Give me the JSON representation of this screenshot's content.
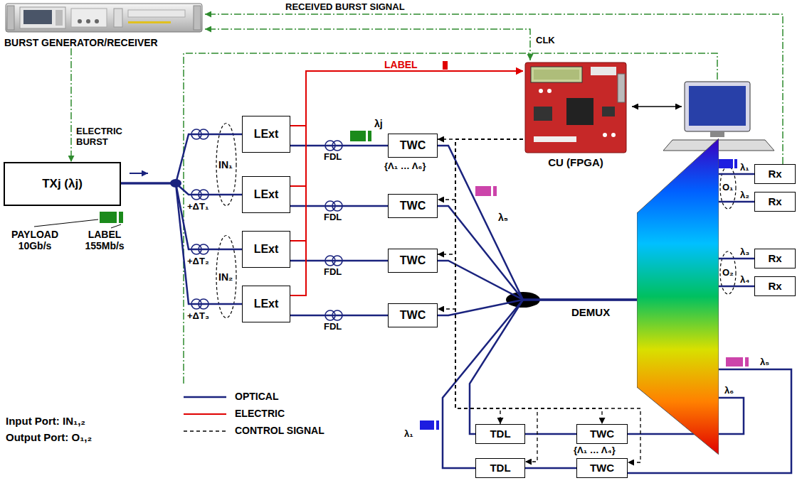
{
  "diagram": {
    "nodes": [
      {
        "text": [
          "BURST GENERATOR/RECEIVER"
        ]
      },
      {
        "text": [
          "CU (FPGA)"
        ]
      },
      {
        "text": [
          "TXj (λj)"
        ]
      },
      {
        "text": [
          "LExt"
        ]
      },
      {
        "text": [
          "TWC"
        ]
      },
      {
        "text": [
          "LExt"
        ]
      },
      {
        "text": [
          "TWC"
        ]
      },
      {
        "text": [
          "LExt"
        ]
      },
      {
        "text": [
          "TWC"
        ]
      },
      {
        "text": [
          "LExt"
        ]
      },
      {
        "text": [
          "TWC"
        ]
      },
      {
        "text": [
          "DEMUX"
        ]
      },
      {
        "text": [
          "Rx"
        ]
      },
      {
        "text": [
          "Rx"
        ]
      },
      {
        "text": [
          "Rx"
        ]
      },
      {
        "text": [
          "Rx"
        ]
      },
      {
        "text": [
          "TDL"
        ]
      },
      {
        "text": [
          "TWC"
        ]
      },
      {
        "text": [
          "TDL"
        ]
      },
      {
        "text": [
          "TWC"
        ]
      }
    ],
    "edges": [
      {
        "from": 0,
        "to": 2,
        "arrow": "to",
        "label": "ELECTRIC BURST"
      },
      {
        "from": 12,
        "to": 0,
        "arrow": "to",
        "label": "RECEIVED BURST SIGNAL"
      },
      {
        "from": 1,
        "to": 0,
        "arrow": "both",
        "label": "CLK"
      },
      {
        "from": 2,
        "to": 3,
        "arrow": "none"
      },
      {
        "from": 2,
        "to": 5,
        "arrow": "none"
      },
      {
        "from": 2,
        "to": 7,
        "arrow": "none"
      },
      {
        "from": 2,
        "to": 9,
        "arrow": "none"
      },
      {
        "from": 3,
        "to": 4,
        "arrow": "none"
      },
      {
        "from": 5,
        "to": 6,
        "arrow": "none"
      },
      {
        "from": 7,
        "to": 8,
        "arrow": "none"
      },
      {
        "from": 9,
        "to": 10,
        "arrow": "none"
      },
      {
        "from": 3,
        "to": 1,
        "arrow": "to"
      },
      {
        "from": 5,
        "to": 1,
        "arrow": "to"
      },
      {
        "from": 7,
        "to": 1,
        "arrow": "to"
      },
      {
        "from": 9,
        "to": 1,
        "arrow": "to"
      },
      {
        "from": 4,
        "to": 11,
        "arrow": "none"
      },
      {
        "from": 6,
        "to": 11,
        "arrow": "none"
      },
      {
        "from": 8,
        "to": 11,
        "arrow": "none"
      },
      {
        "from": 10,
        "to": 11,
        "arrow": "none"
      },
      {
        "from": 11,
        "to": 12,
        "arrow": "none"
      },
      {
        "from": 11,
        "to": 13,
        "arrow": "none"
      },
      {
        "from": 11,
        "to": 14,
        "arrow": "none"
      },
      {
        "from": 11,
        "to": 15,
        "arrow": "none"
      },
      {
        "from": 11,
        "to": 17,
        "arrow": "none"
      },
      {
        "from": 17,
        "to": 16,
        "arrow": "none"
      },
      {
        "from": 16,
        "to": 11,
        "arrow": "none"
      },
      {
        "from": 11,
        "to": 19,
        "arrow": "none"
      },
      {
        "from": 19,
        "to": 18,
        "arrow": "none"
      },
      {
        "from": 18,
        "to": 11,
        "arrow": "none"
      },
      {
        "from": 1,
        "to": 4,
        "arrow": "to"
      },
      {
        "from": 1,
        "to": 6,
        "arrow": "to"
      },
      {
        "from": 1,
        "to": 8,
        "arrow": "to"
      },
      {
        "from": 1,
        "to": 10,
        "arrow": "to"
      },
      {
        "from": 1,
        "to": 16,
        "arrow": "to"
      },
      {
        "from": 1,
        "to": 17,
        "arrow": "to"
      },
      {
        "from": 1,
        "to": 18,
        "arrow": "to"
      },
      {
        "from": 1,
        "to": 19,
        "arrow": "to"
      }
    ],
    "labels": [
      "LABEL",
      "λj",
      "FDL",
      "FDL",
      "FDL",
      "FDL",
      "{Λ₁ … Λ₆}",
      "λ₅",
      "IN₁",
      "IN₂",
      "+ΔT₁",
      "+ΔT₂",
      "+ΔT₃",
      "PAYLOAD 10Gb/s",
      "LABEL 155Mb/s",
      "Input Port: IN₁,₂",
      "Output Port: O₁,₂",
      "λ₁",
      "λ₂",
      "λ₃",
      "λ₄",
      "λ₅",
      "λ₆",
      "O₁",
      "O₂",
      "λ₁",
      "{Λ₁ … Λ₄}"
    ],
    "legend": [
      {
        "text": "OPTICAL"
      },
      {
        "text": "ELECTRIC"
      },
      {
        "text": "CONTROL SIGNAL"
      }
    ]
  }
}
